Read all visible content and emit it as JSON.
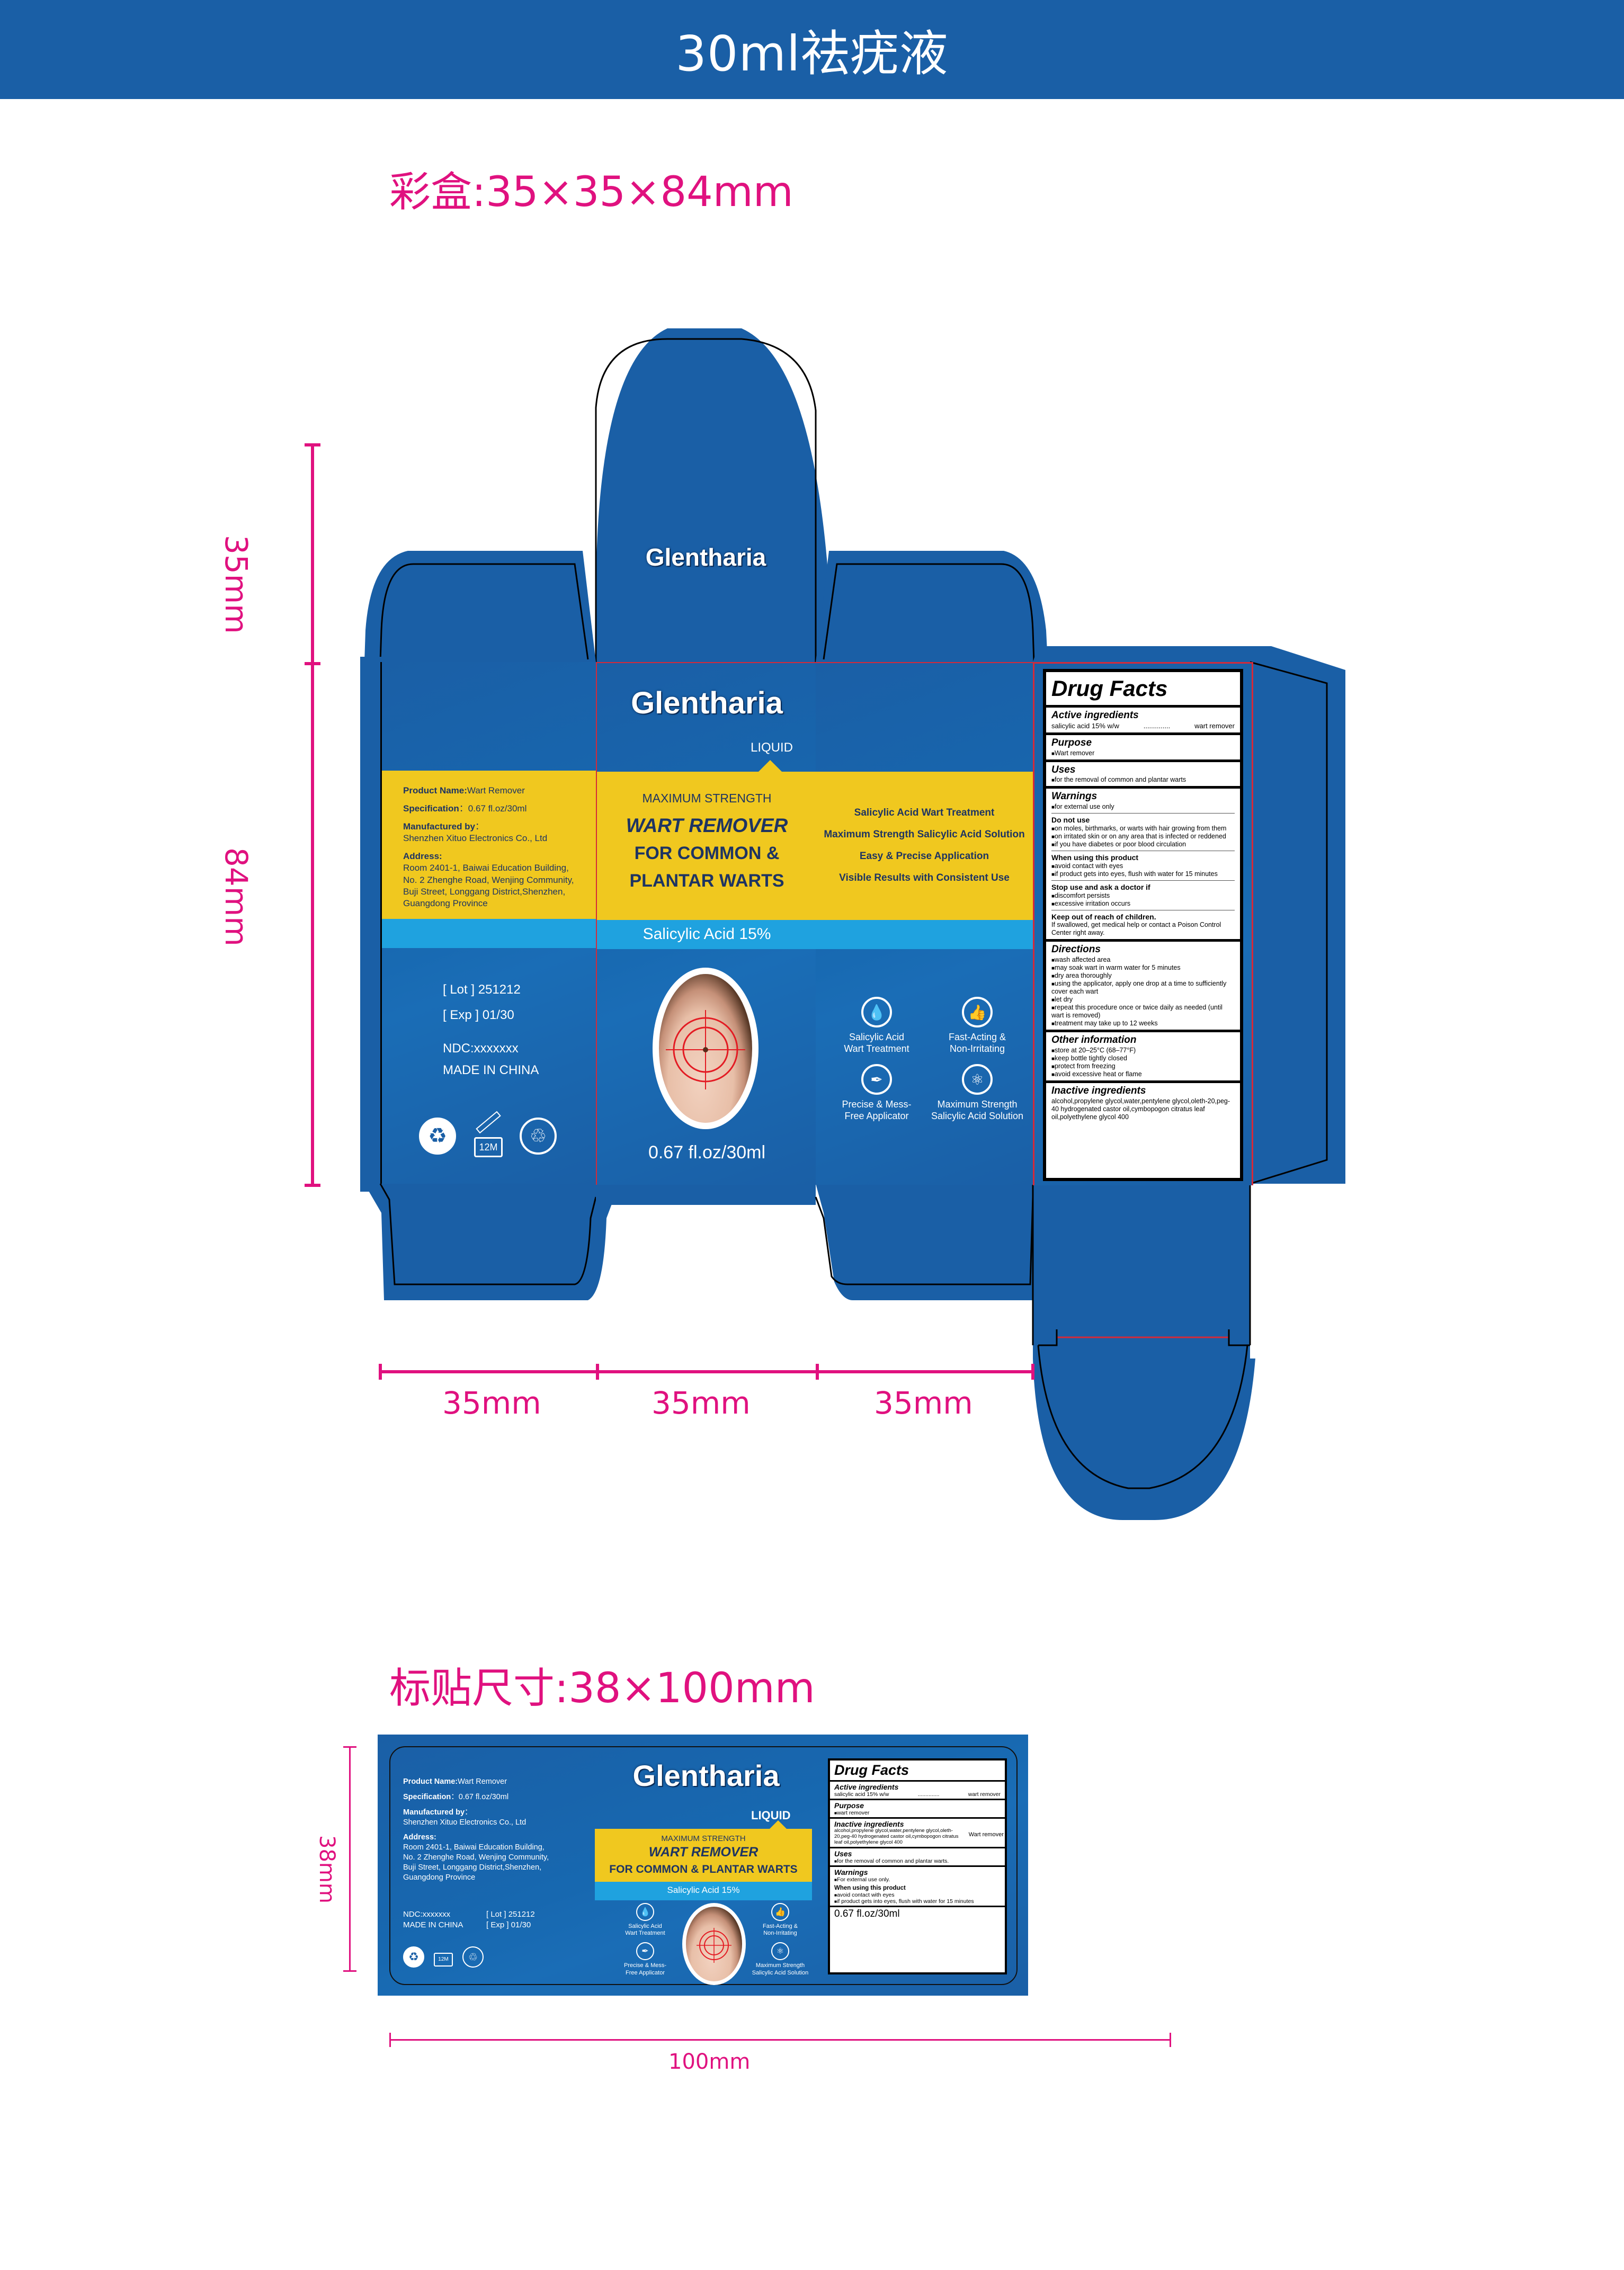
{
  "header": {
    "title": "30ml祛疣液"
  },
  "box_section": {
    "title": "彩盒:35×35×84mm",
    "dimensions": {
      "vertical_top": "35mm",
      "vertical_body": "84mm",
      "horizontal": [
        "35mm",
        "35mm",
        "35mm"
      ]
    }
  },
  "label_section": {
    "title": "标贴尺寸:38×100mm",
    "dimensions": {
      "vertical": "38mm",
      "horizontal": "100mm"
    }
  },
  "colors": {
    "brand_blue": "#1a5fa6",
    "yellow": "#f0c81f",
    "light_blue": "#1fa2df",
    "pink": "#e0117f",
    "navy": "#1e3462"
  },
  "product": {
    "brand": "Glentharia",
    "form": "LIQUID",
    "strength_line": "MAXIMUM STRENGTH",
    "name_line1": "WART REMOVER",
    "name_line2": "FOR COMMON &",
    "name_line3": "PLANTAR WARTS",
    "name_combined": "FOR COMMON & PLANTAR WARTS",
    "active": "Salicylic Acid 15%",
    "volume": "0.67 fl.oz/30ml"
  },
  "info": {
    "product_name_label": "Product Name:",
    "product_name_value": "Wart Remover",
    "spec_label": "Specification",
    "spec_value": "：0.67 fl.oz/30ml",
    "mfr_label": "Manufactured by",
    "mfr_colon": "：",
    "mfr_value": "Shenzhen Xituo Electronics Co., Ltd",
    "address_label": "Address:",
    "address_lines": [
      "Room 2401-1, Baiwai Education Building,",
      "No. 2 Zhenghe Road, Wenjing Community,",
      "Buji Street, Longgang District,Shenzhen,",
      "Guangdong Province"
    ],
    "lot": "[ Lot ] 251212",
    "exp": "[ Exp ] 01/30",
    "ndc": "NDC:xxxxxxx",
    "origin": "MADE IN CHINA",
    "pao": "12M"
  },
  "features": {
    "side_list": [
      "Salicylic Acid Wart Treatment",
      "Maximum Strength Salicylic Acid Solution",
      "Easy & Precise Application",
      "Visible Results with Consistent Use"
    ],
    "icons": [
      {
        "icon": "drop-leaf-icon",
        "line1": "Salicylic Acid",
        "line2": "Wart Treatment"
      },
      {
        "icon": "thumbs-up-icon",
        "line1": "Fast-Acting &",
        "line2": "Non-Irritating"
      },
      {
        "icon": "dropper-icon",
        "line1": "Precise & Mess-",
        "line2": "Free  Applicator"
      },
      {
        "icon": "molecule-icon",
        "line1": "Maximum Strength",
        "line2": "Salicylic Acid Solution"
      }
    ]
  },
  "drug_facts_box": {
    "title": "Drug Facts",
    "active_h": "Active ingredients",
    "active_left": "salicylic acid 15% w/w",
    "active_dots": "..............",
    "active_right": "wart remover",
    "purpose_h": "Purpose",
    "purpose": "Wart remover",
    "uses_h": "Uses",
    "uses": "for the removal of common and plantar warts",
    "warnings_h": "Warnings",
    "warnings": "for external use only",
    "dnu_h": "Do not use",
    "dnu": [
      "on moles, birthmarks, or warts with hair growing from them",
      "on irritated skin or on any area that is infected or reddened",
      "if you have diabetes or poor blood circulation"
    ],
    "wutp_h": "When using this product",
    "wutp": [
      "avoid contact with eyes",
      "if product gets into eyes, flush with water for 15 minutes"
    ],
    "stop_h": "Stop use and ask a doctor if",
    "stop": [
      "discomfort persists",
      "excessive irritation occurs"
    ],
    "keep_h": "Keep out of reach of children.",
    "keep": "If swallowed, get medical help or contact a Poison Control Center right away.",
    "dir_h": "Directions",
    "dir": [
      "wash affected area",
      "may soak wart in warm water for 5 minutes",
      "dry area thoroughly",
      "using the applicator, apply one drop at a time to sufficiently cover each wart",
      "let dry",
      "repeat this procedure once or twice daily as needed (until wart is removed)",
      "treatment may take up to 12 weeks"
    ],
    "other_h": "Other information",
    "other": [
      "store at 20–25°C (68–77°F)",
      "keep bottle tightly closed",
      "protect from freezing",
      "avoid excessive heat or flame"
    ],
    "inactive_h": "Inactive ingredients",
    "inactive": "alcohol,propylene glycol,water,pentylene glycol,oleth-20,peg-40 hydrogenated castor oil,cymbopogon citratus leaf oil,polyethylene glycol 400"
  },
  "drug_facts_label": {
    "title": "Drug Facts",
    "active_h": "Active ingredients",
    "active_left": "salicylic acid 15% w/w",
    "active_dots": "..............",
    "active_right": "wart remover",
    "purpose_h": "Purpose",
    "purpose": "wart remover",
    "inactive_h": "Inactive ingredients",
    "inactive": "alcohol,propylene glycol,water,pentylene glycol,oleth-20,peg-40 hydrogenated castor oil,cymbopogon citratus leaf oil,polyethylene glycol 400",
    "inactive_right": "Wart remover",
    "uses_h": "Uses",
    "uses": "for the removal of common and plantar warts.",
    "warnings_h": "Warnings",
    "warnings": "For external use only.",
    "wutp_h": "When using this product",
    "wutp": [
      "avoid contact with eyes",
      "if product gets into eyes, flush with water for 15 minutes"
    ],
    "volume": "0.67 fl.oz/30ml"
  }
}
